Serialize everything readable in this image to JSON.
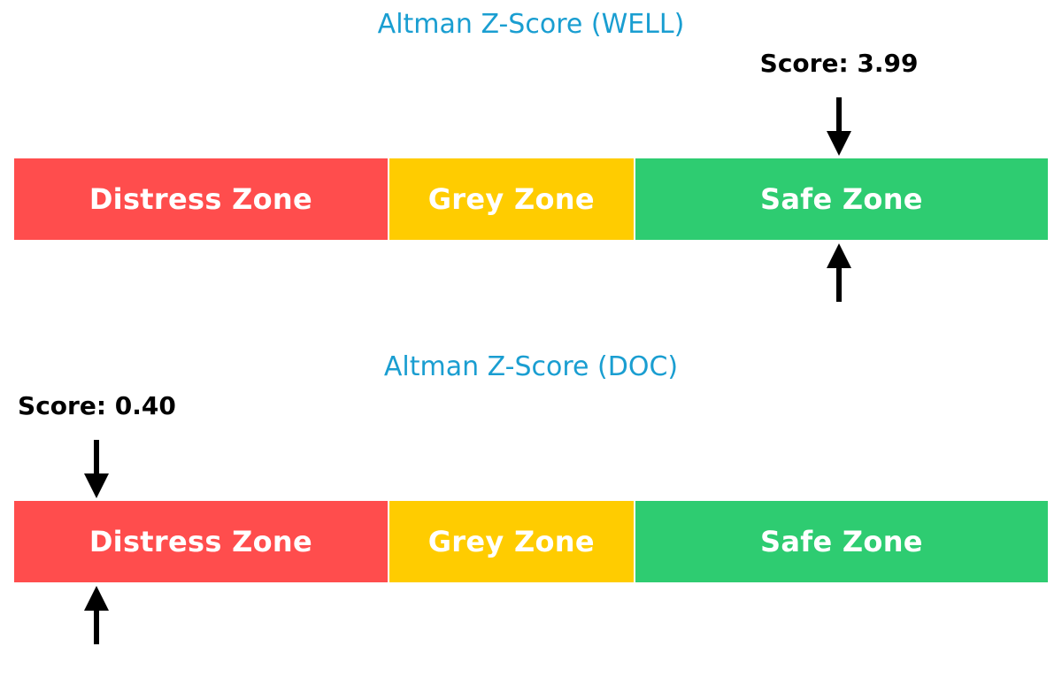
{
  "chart_data": [
    {
      "type": "bar",
      "title": "Altman Z-Score (WELL)",
      "score_label": "Score: 3.99",
      "score": 3.99,
      "xlim": [
        0,
        5
      ],
      "zones": [
        {
          "label": "Distress Zone",
          "from": 0,
          "to": 1.81,
          "color": "#ff4d4d"
        },
        {
          "label": "Grey Zone",
          "from": 1.81,
          "to": 3.0,
          "color": "#ffcc00"
        },
        {
          "label": "Safe Zone",
          "from": 3.0,
          "to": 5,
          "color": "#2ecc71"
        }
      ]
    },
    {
      "type": "bar",
      "title": "Altman Z-Score (DOC)",
      "score_label": "Score: 0.40",
      "score": 0.4,
      "xlim": [
        0,
        5
      ],
      "zones": [
        {
          "label": "Distress Zone",
          "from": 0,
          "to": 1.81,
          "color": "#ff4d4d"
        },
        {
          "label": "Grey Zone",
          "from": 1.81,
          "to": 3.0,
          "color": "#ffcc00"
        },
        {
          "label": "Safe Zone",
          "from": 3.0,
          "to": 5,
          "color": "#2ecc71"
        }
      ]
    }
  ]
}
